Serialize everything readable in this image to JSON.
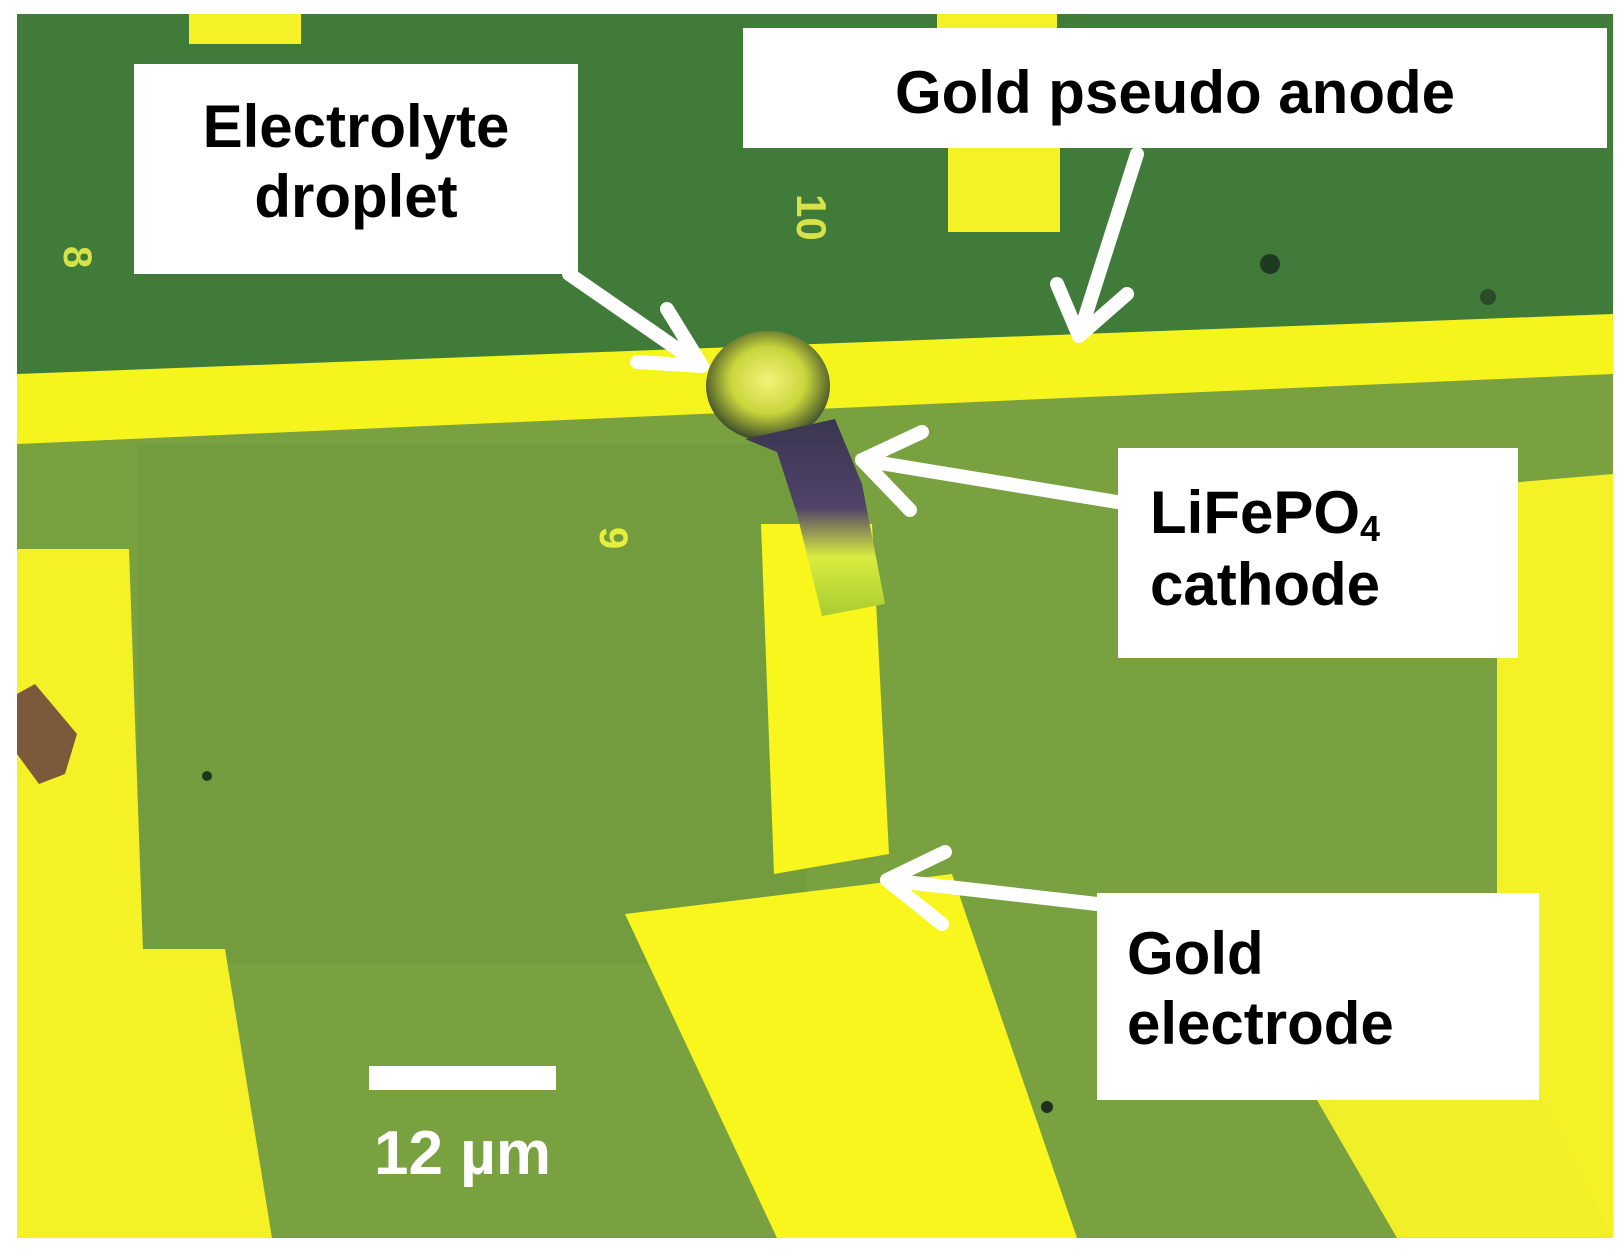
{
  "labels": {
    "electrolyte": {
      "line1": "Electrolyte",
      "line2": "droplet"
    },
    "anode": {
      "text": "Gold pseudo anode"
    },
    "cathode": {
      "chem_main": "LiFePO",
      "chem_sub": "4",
      "line2": "cathode"
    },
    "electrode": {
      "line1": "Gold",
      "line2": "electrode"
    }
  },
  "scale_bar": {
    "label": "12 µm"
  },
  "colors": {
    "substrate_dark": "#3f7a3a",
    "substrate_light": "#7aa23e",
    "gold": "#f7f51e",
    "annotation": "#ffffff"
  },
  "icons": [
    "arrow-icon"
  ]
}
